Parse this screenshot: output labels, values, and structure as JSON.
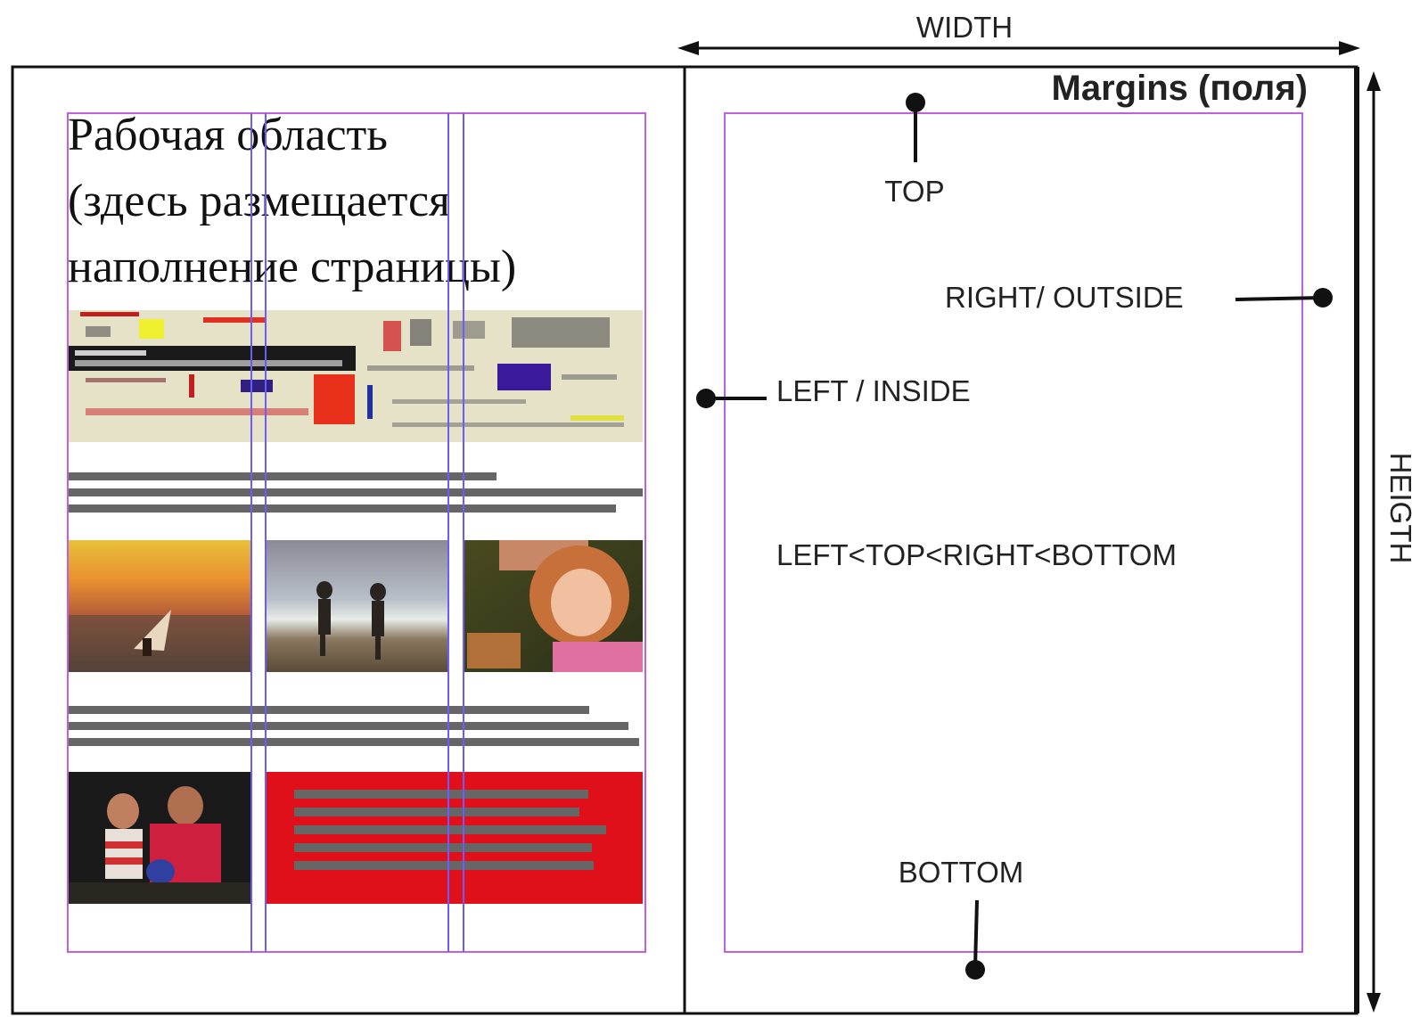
{
  "labels": {
    "width": "WIDTH",
    "height": "HEIGTH",
    "margins_title": "Margins (поля)",
    "top": "TOP",
    "right": "RIGHT/ OUTSIDE",
    "left": "LEFT / INSIDE",
    "bottom": "BOTTOM",
    "rule": "LEFT<TOP<RIGHT<BOTTOM"
  },
  "workspace_text": [
    "Рабочая область",
    "(здесь размещается",
    "наполнение страницы)"
  ],
  "photos": [
    {
      "name": "photo-windsurfer-sunset",
      "subject": "windsurfer at sunset"
    },
    {
      "name": "photo-couple-on-beach",
      "subject": "two people running into surf"
    },
    {
      "name": "photo-smiling-girl",
      "subject": "smiling red-haired girl"
    },
    {
      "name": "photo-father-and-child",
      "subject": "father and child with ball"
    }
  ],
  "colors": {
    "guide": "#c060e0",
    "column_guide": "#6a5cff",
    "text_bar": "#666666",
    "red_block": "#e0101a",
    "border": "#111111"
  }
}
